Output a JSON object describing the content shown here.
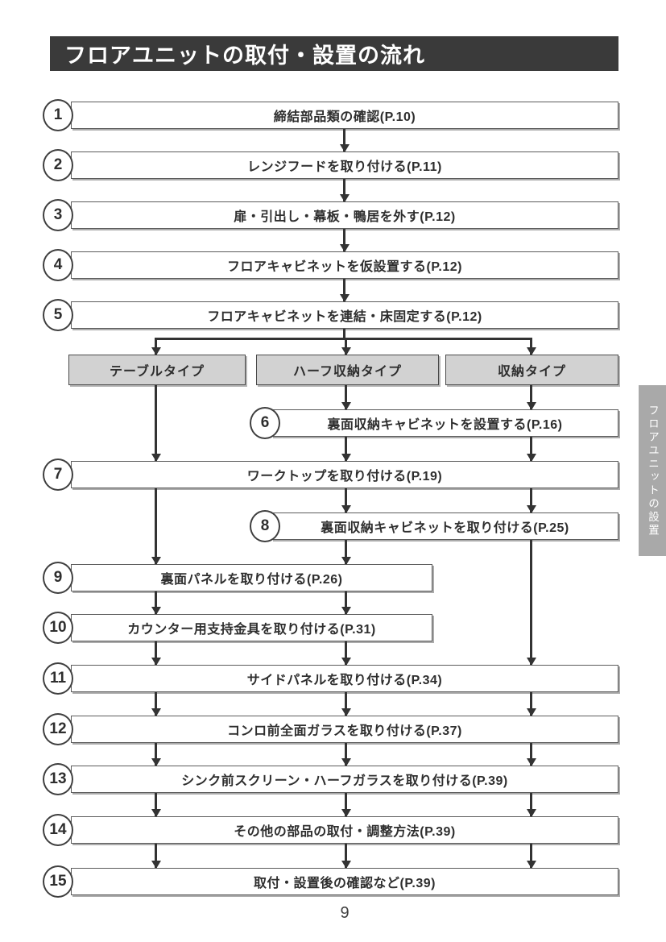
{
  "page": {
    "title": "フロアユニットの取付・設置の流れ",
    "page_number": "9",
    "side_tab_label": "フロアユニットの設置"
  },
  "branches": [
    {
      "label": "テーブルタイプ"
    },
    {
      "label": "ハーフ収納タイプ"
    },
    {
      "label": "収納タイプ"
    }
  ],
  "steps": [
    {
      "num": "1",
      "label": "締結部品類の確認(P.10)"
    },
    {
      "num": "2",
      "label": "レンジフードを取り付ける(P.11)"
    },
    {
      "num": "3",
      "label": "扉・引出し・幕板・鴨居を外す(P.12)"
    },
    {
      "num": "4",
      "label": "フロアキャビネットを仮設置する(P.12)"
    },
    {
      "num": "5",
      "label": "フロアキャビネットを連結・床固定する(P.12)"
    },
    {
      "num": "6",
      "label": "裏面収納キャビネットを設置する(P.16)"
    },
    {
      "num": "7",
      "label": "ワークトップを取り付ける(P.19)"
    },
    {
      "num": "8",
      "label": "裏面収納キャビネットを取り付ける(P.25)"
    },
    {
      "num": "9",
      "label": "裏面パネルを取り付ける(P.26)"
    },
    {
      "num": "10",
      "label": "カウンター用支持金具を取り付ける(P.31)"
    },
    {
      "num": "11",
      "label": "サイドパネルを取り付ける(P.34)"
    },
    {
      "num": "12",
      "label": "コンロ前全面ガラスを取り付ける(P.37)"
    },
    {
      "num": "13",
      "label": "シンク前スクリーン・ハーフガラスを取り付ける(P.39)"
    },
    {
      "num": "14",
      "label": "その他の部品の取付・調整方法(P.39)"
    },
    {
      "num": "15",
      "label": "取付・設置後の確認など(P.39)"
    }
  ]
}
